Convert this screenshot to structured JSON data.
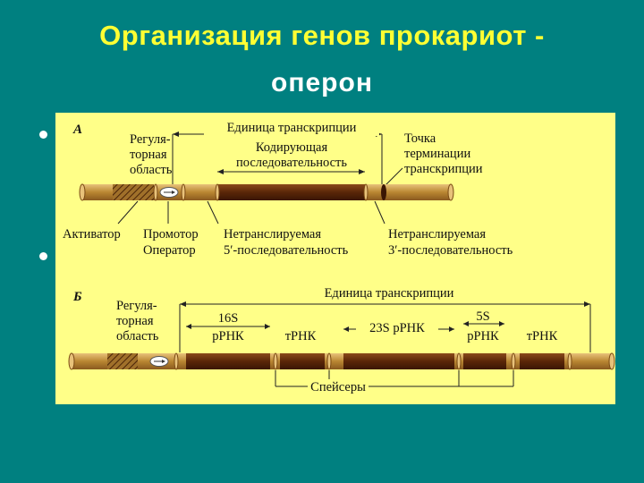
{
  "title": {
    "line1": "Организация генов прокариот -",
    "line2": "оперон"
  },
  "panel_a": {
    "letter": "А",
    "transcription_unit": "Единица транскрипции",
    "regulatory_1": "Регуля-",
    "regulatory_2": "торная",
    "regulatory_3": "область",
    "coding_1": "Кодирующая",
    "coding_2": "последовательность",
    "termination_1": "Точка",
    "termination_2": "терминации",
    "termination_3": "транскрипции",
    "activator": "Активатор",
    "promoter": "Промотор",
    "operator": "Оператор",
    "untranslated5_1": "Нетранслируемая",
    "untranslated5_2": "5′-последовательность",
    "untranslated3_1": "Нетранслируемая",
    "untranslated3_2": "3′-последовательность"
  },
  "panel_b": {
    "letter": "Б",
    "transcription_unit": "Единица транскрипции",
    "regulatory_1": "Регуля-",
    "regulatory_2": "торная",
    "regulatory_3": "область",
    "r16s_1": "16S",
    "r16s_2": "рРНК",
    "trna_1": "тРНК",
    "r23s": "23S  рРНК",
    "r5s_1": "5S",
    "r5s_2": "рРНК",
    "trna_2": "тРНК",
    "spacers": "Спейсеры"
  },
  "colors": {
    "background": "#008080",
    "title": "#ffff33",
    "panel": "#ffff88",
    "dna_light": "#c9a052",
    "dna_dark": "#6b3410"
  }
}
